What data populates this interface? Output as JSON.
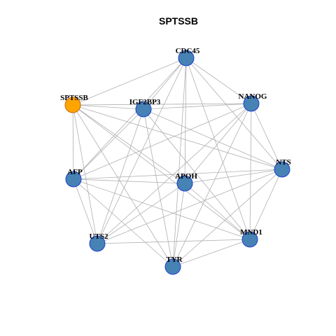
{
  "title": "SPTSSB",
  "colors": {
    "node_fill": "#4682b4",
    "node_stroke": "#1f3fd0",
    "highlight_fill": "#ffa500",
    "highlight_stroke": "#c86400",
    "edge": "#b0b0b0"
  },
  "nodes": [
    {
      "id": "CDC45",
      "label": "CDC45",
      "highlight": false
    },
    {
      "id": "NANOG",
      "label": "NANOG",
      "highlight": false
    },
    {
      "id": "NTS",
      "label": "NTS",
      "highlight": false
    },
    {
      "id": "MND1",
      "label": "MND1",
      "highlight": false
    },
    {
      "id": "TYR",
      "label": "TYR",
      "highlight": false
    },
    {
      "id": "UTS2",
      "label": "UTS2",
      "highlight": false
    },
    {
      "id": "AFP",
      "label": "AFP",
      "highlight": false
    },
    {
      "id": "SPTSSB",
      "label": "SPTSSB",
      "highlight": true
    },
    {
      "id": "IGF2BP3",
      "label": "IGF2BP3",
      "highlight": false
    },
    {
      "id": "APOH",
      "label": "APOH",
      "highlight": false
    }
  ],
  "edges": [
    [
      "SPTSSB",
      "CDC45"
    ],
    [
      "SPTSSB",
      "NANOG"
    ],
    [
      "SPTSSB",
      "IGF2BP3"
    ],
    [
      "SPTSSB",
      "AFP"
    ],
    [
      "SPTSSB",
      "UTS2"
    ],
    [
      "SPTSSB",
      "TYR"
    ],
    [
      "SPTSSB",
      "APOH"
    ],
    [
      "SPTSSB",
      "MND1"
    ],
    [
      "SPTSSB",
      "NTS"
    ],
    [
      "IGF2BP3",
      "CDC45"
    ],
    [
      "IGF2BP3",
      "NANOG"
    ],
    [
      "IGF2BP3",
      "AFP"
    ],
    [
      "IGF2BP3",
      "UTS2"
    ],
    [
      "IGF2BP3",
      "TYR"
    ],
    [
      "IGF2BP3",
      "NTS"
    ],
    [
      "IGF2BP3",
      "MND1"
    ],
    [
      "CDC45",
      "NANOG"
    ],
    [
      "CDC45",
      "APOH"
    ],
    [
      "CDC45",
      "MND1"
    ],
    [
      "CDC45",
      "NTS"
    ],
    [
      "CDC45",
      "UTS2"
    ],
    [
      "CDC45",
      "TYR"
    ],
    [
      "CDC45",
      "AFP"
    ],
    [
      "NANOG",
      "NTS"
    ],
    [
      "NANOG",
      "MND1"
    ],
    [
      "NANOG",
      "APOH"
    ],
    [
      "NANOG",
      "AFP"
    ],
    [
      "NANOG",
      "UTS2"
    ],
    [
      "NANOG",
      "TYR"
    ],
    [
      "NTS",
      "AFP"
    ],
    [
      "NTS",
      "APOH"
    ],
    [
      "NTS",
      "MND1"
    ],
    [
      "NTS",
      "TYR"
    ],
    [
      "NTS",
      "UTS2"
    ],
    [
      "AFP",
      "APOH"
    ],
    [
      "AFP",
      "UTS2"
    ],
    [
      "AFP",
      "TYR"
    ],
    [
      "AFP",
      "MND1"
    ],
    [
      "APOH",
      "TYR"
    ],
    [
      "APOH",
      "UTS2"
    ],
    [
      "APOH",
      "MND1"
    ],
    [
      "UTS2",
      "MND1"
    ],
    [
      "TYR",
      "MND1"
    ]
  ]
}
